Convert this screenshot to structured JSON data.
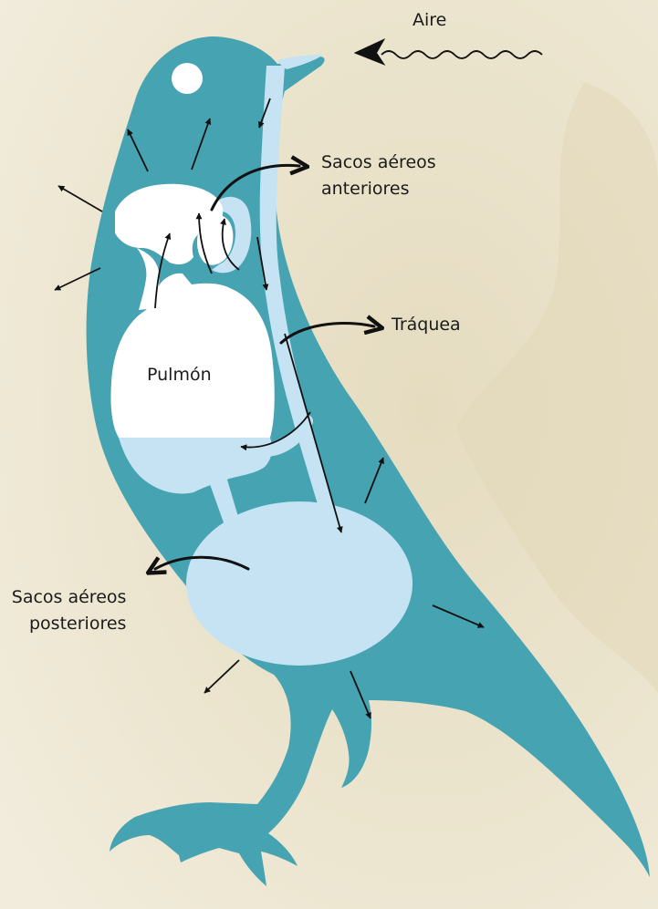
{
  "labels": {
    "air": "Aire",
    "anterior_air_sacs_line1": "Sacos aéreos",
    "anterior_air_sacs_line2": "anteriores",
    "trachea": "Tráquea",
    "lung": "Pulmón",
    "posterior_air_sacs_line1": "Sacos aéreos",
    "posterior_air_sacs_line2": "posteriores"
  },
  "colors": {
    "background": "#ede6d0",
    "bird_body": "#46a3b1",
    "air_passage": "#c5e3f3",
    "lung": "#ffffff",
    "arrows": "#111111"
  }
}
